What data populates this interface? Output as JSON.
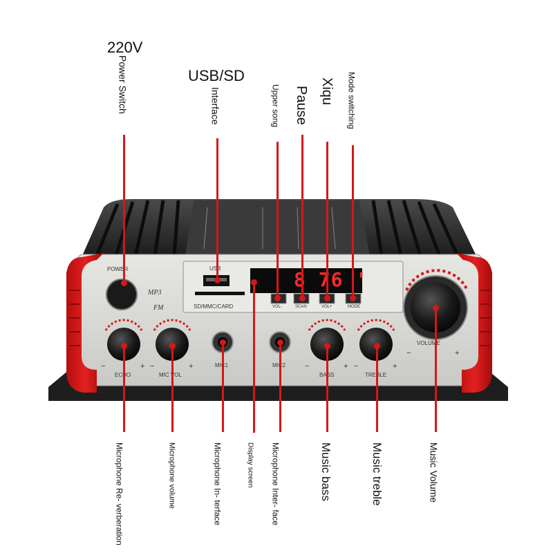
{
  "callouts_top": {
    "voltage": "220V",
    "power_switch": "Power Switch",
    "usb_sd": "USB/SD",
    "interface": "Interface",
    "upper_song": "Upper song",
    "pause": "Pause",
    "xiqu": "Xiqu",
    "mode_switching": "Mode switching"
  },
  "callouts_bottom": {
    "mic_reverb_1": "Microphone Re-",
    "mic_reverb_2": "verberation",
    "mic_volume": "Microphone volume",
    "mic1_interface_1": "Microphone In-",
    "mic1_interface_2": "terface",
    "display_1": "Display",
    "display_2": "screen",
    "mic2_interface_1": "Microphone Inter-",
    "mic2_interface_2": "face",
    "music_bass": "Music bass",
    "music_treble": "Music treble",
    "music_volume": "Music Volume"
  },
  "panel": {
    "power": "POWER",
    "usb": "USB",
    "card": "SD/MMC/CARD",
    "logo_top": "MP3",
    "logo_bottom": "FM",
    "display_value": "8 76 '",
    "btn_prev": "VOL-",
    "btn_scan": "SCAN",
    "btn_next": "VOL+",
    "btn_mode": "MODE",
    "echo": "ECHO",
    "mic_vol": "MIC VOL",
    "mic1": "MIC1",
    "mic2": "MIC2",
    "bass": "BASS",
    "treble": "TREBLE",
    "volume": "VOLUME",
    "plus": "+",
    "minus": "−"
  },
  "colors": {
    "accent_red": "#d41818",
    "panel_silver": "#d9d9d6",
    "heatsink_dark": "#2b2b2b",
    "display_red": "#ff2a2a"
  }
}
